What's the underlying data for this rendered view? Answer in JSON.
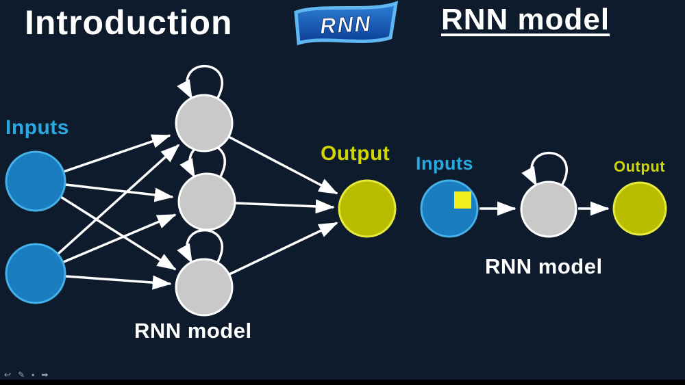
{
  "slide": {
    "title": "Introduction",
    "header_right": "RNN model",
    "logo_text": "RNN"
  },
  "left_diagram": {
    "inputs_label": "Inputs",
    "output_label": "Output",
    "caption": "RNN model"
  },
  "right_diagram": {
    "inputs_label": "Inputs",
    "output_label": "Output",
    "caption": "RNN model"
  },
  "player_toolbar": {
    "icons": [
      {
        "name": "back-arrow-icon",
        "glyph": "↩"
      },
      {
        "name": "pen-icon",
        "glyph": "✎"
      },
      {
        "name": "square-icon",
        "glyph": "▪"
      },
      {
        "name": "forward-arrow-icon",
        "glyph": "➡"
      }
    ]
  },
  "colors": {
    "background": "#0e1b2c",
    "node_blue": "#1a7dc0",
    "node_blue_edge": "#45b1e8",
    "node_gray": "#c9c9c9",
    "node_yellow": "#b9bd00",
    "node_yellow_edge": "#e6ea3c",
    "label_blue": "#29abe2",
    "label_yellow": "#d2d600",
    "logo_blue_dark": "#0b3e96",
    "logo_blue_light": "#5fb8f2",
    "arrow_white": "#ffffff",
    "input_square_yellow": "#f2ef1d"
  }
}
